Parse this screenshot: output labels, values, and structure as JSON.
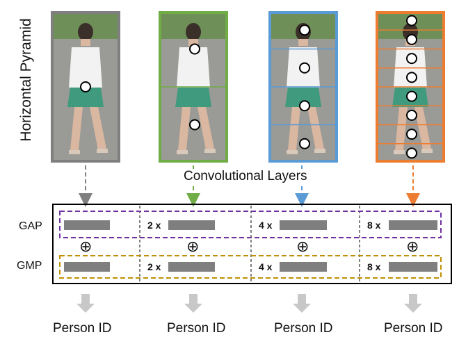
{
  "side_title": "Horizontal Pyramid",
  "conv_label": "Convolutional Layers",
  "rows": {
    "gap_label": "GAP",
    "gmp_label": "GMP"
  },
  "columns": [
    {
      "multiplier": "",
      "output": "Person ID",
      "stripes": 1,
      "color": "#7f7f7f"
    },
    {
      "multiplier": "2 x",
      "output": "Person ID",
      "stripes": 2,
      "color": "#70ad47"
    },
    {
      "multiplier": "4 x",
      "output": "Person ID",
      "stripes": 4,
      "color": "#5b9bd5"
    },
    {
      "multiplier": "8 x",
      "output": "Person ID",
      "stripes": 8,
      "color": "#ed7d31"
    }
  ],
  "plus_symbol": "⊕",
  "colors": {
    "gap_border": "#7030a0",
    "gmp_border": "#c09000",
    "feature_bar": "#7f7f7f",
    "down_arrow": "#c8c8c8"
  }
}
